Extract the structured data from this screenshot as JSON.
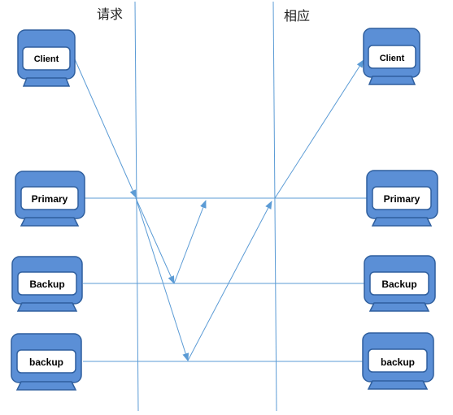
{
  "phases": {
    "request": "请求",
    "response": "相应"
  },
  "nodes": {
    "left": {
      "client": "Client",
      "primary": "Primary",
      "backup1": "Backup",
      "backup2": "backup"
    },
    "right": {
      "client": "Client",
      "primary": "Primary",
      "backup1": "Backup",
      "backup2": "backup"
    }
  },
  "colors": {
    "computer_fill": "#5b8fd6",
    "computer_outline": "#2f5f9e",
    "screen_fill": "#ffffff",
    "line": "#5b9bd5"
  },
  "icons": {
    "computer": "computer-monitor-icon"
  }
}
